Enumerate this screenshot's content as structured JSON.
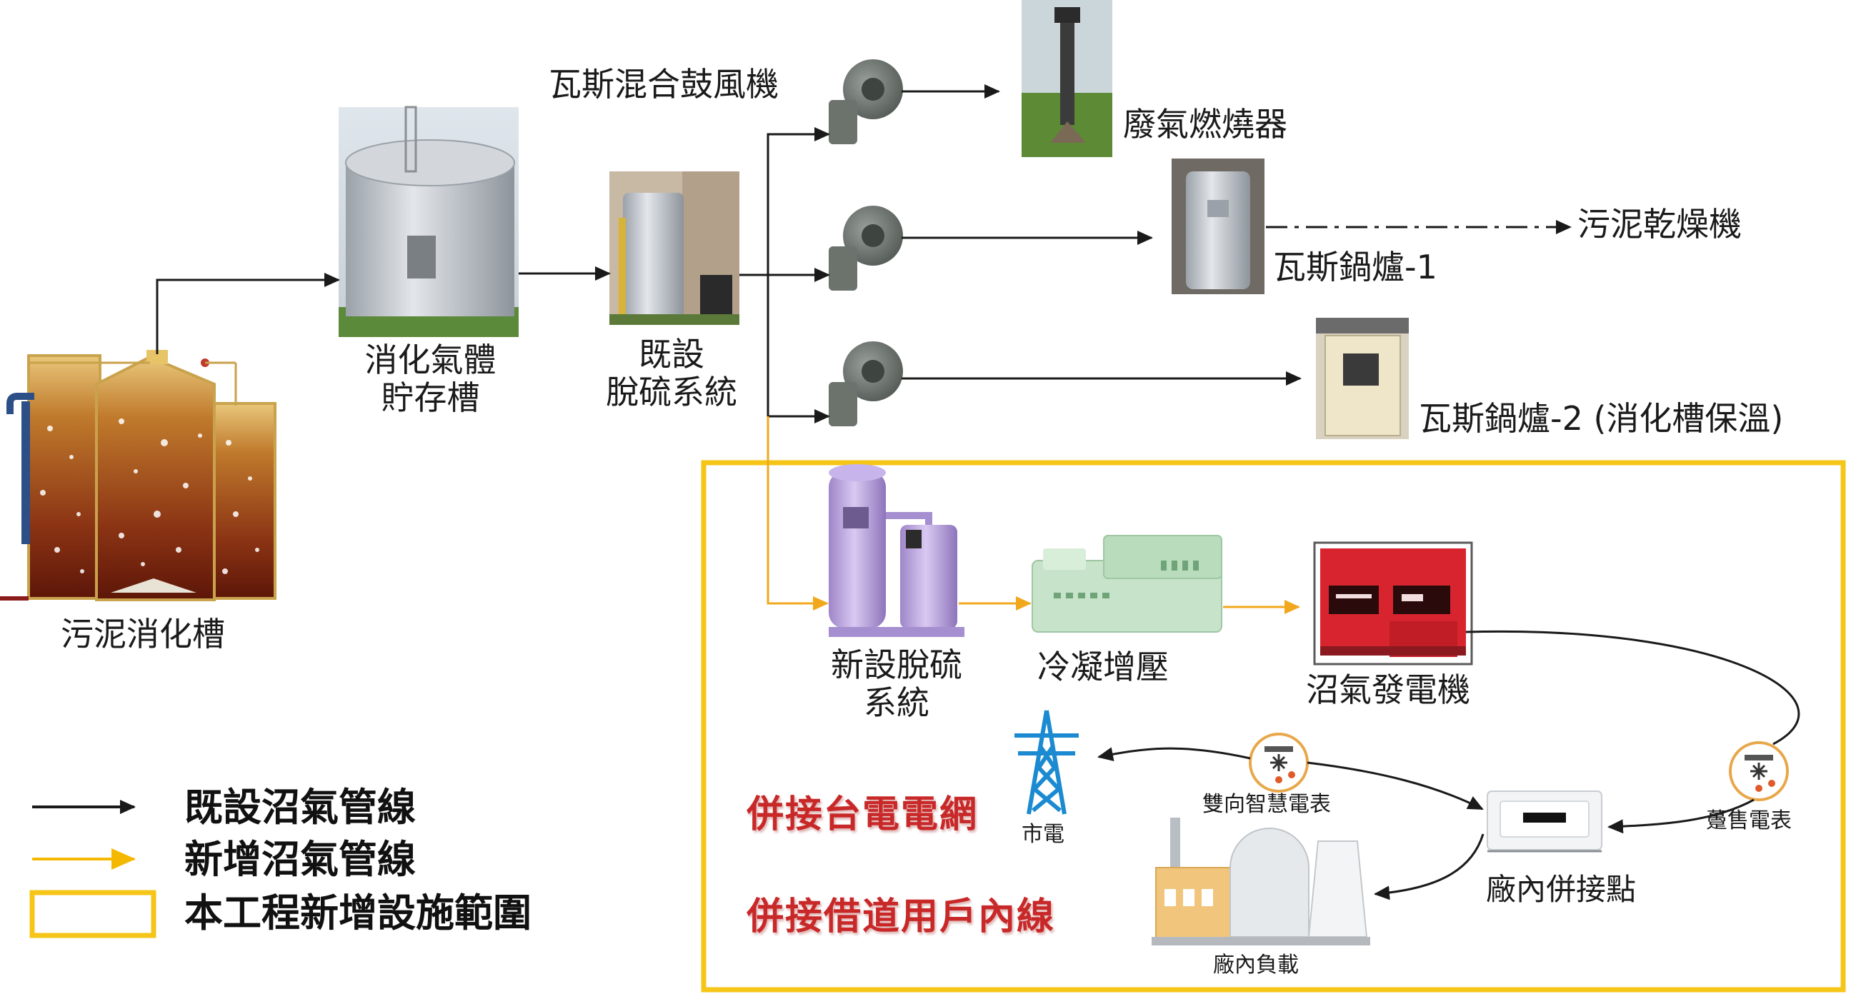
{
  "labels": {
    "digester": "污泥消化槽",
    "storage_line1": "消化氣體",
    "storage_line2": "貯存槽",
    "desulf_old_line1": "既設",
    "desulf_old_line2": "脫硫系統",
    "blower": "瓦斯混合鼓風機",
    "flare": "廢氣燃燒器",
    "boiler1": "瓦斯鍋爐-1",
    "sludge_dryer": "污泥乾燥機",
    "boiler2": "瓦斯鍋爐-2 (消化槽保溫)",
    "desulf_new_line1": "新設脫硫",
    "desulf_new_line2": "系統",
    "condense": "冷凝增壓",
    "generator": "沼氣發電機",
    "grid": "併接台電電網",
    "city_power": "市電",
    "bidirectional_meter": "雙向智慧電表",
    "sale_meter": "躉售電表",
    "plant_connection": "廠內併接點",
    "plant_load": "廠內負載",
    "internal_line": "併接借道用戶內線"
  },
  "legend": {
    "existing": "既設沼氣管線",
    "new": "新增沼氣管線",
    "scope": "本工程新增設施範圍"
  },
  "colors": {
    "existing_line": "#1a1a1a",
    "new_line": "#f2a81d",
    "scope_box": "#f5c518",
    "red_text": "#c82828"
  }
}
